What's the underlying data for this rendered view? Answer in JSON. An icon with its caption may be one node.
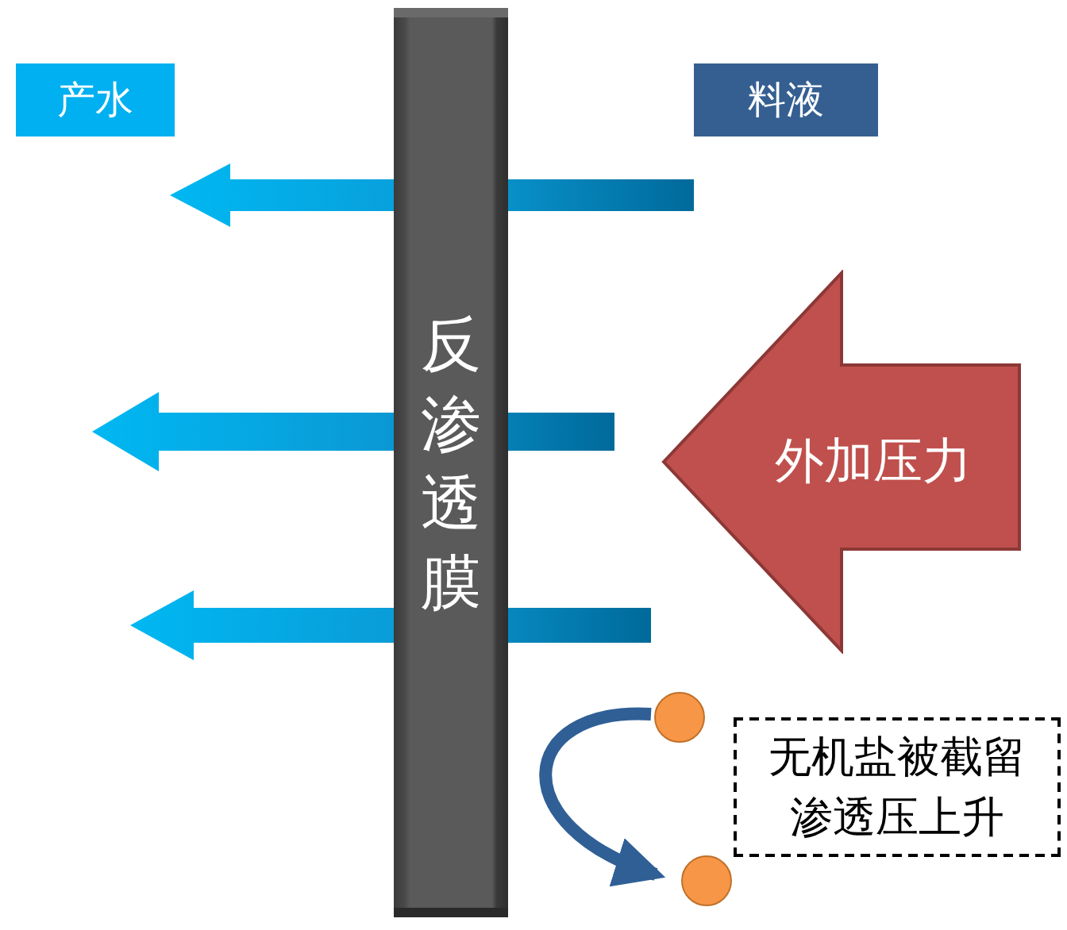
{
  "diagram": {
    "nodes": [
      {
        "text": [
          "产水"
        ]
      },
      {
        "text": [
          "料液"
        ]
      },
      {
        "text": [
          "反渗透膜"
        ]
      },
      {
        "text": [
          "外加压力"
        ]
      },
      {
        "text": [],
        "shape": "circle"
      },
      {
        "text": [],
        "shape": "circle"
      },
      {
        "text": [
          "无机盐被截留渗透压上升"
        ]
      }
    ],
    "edges": [
      {
        "from": 4,
        "to": 5,
        "arrow": "to"
      }
    ]
  }
}
